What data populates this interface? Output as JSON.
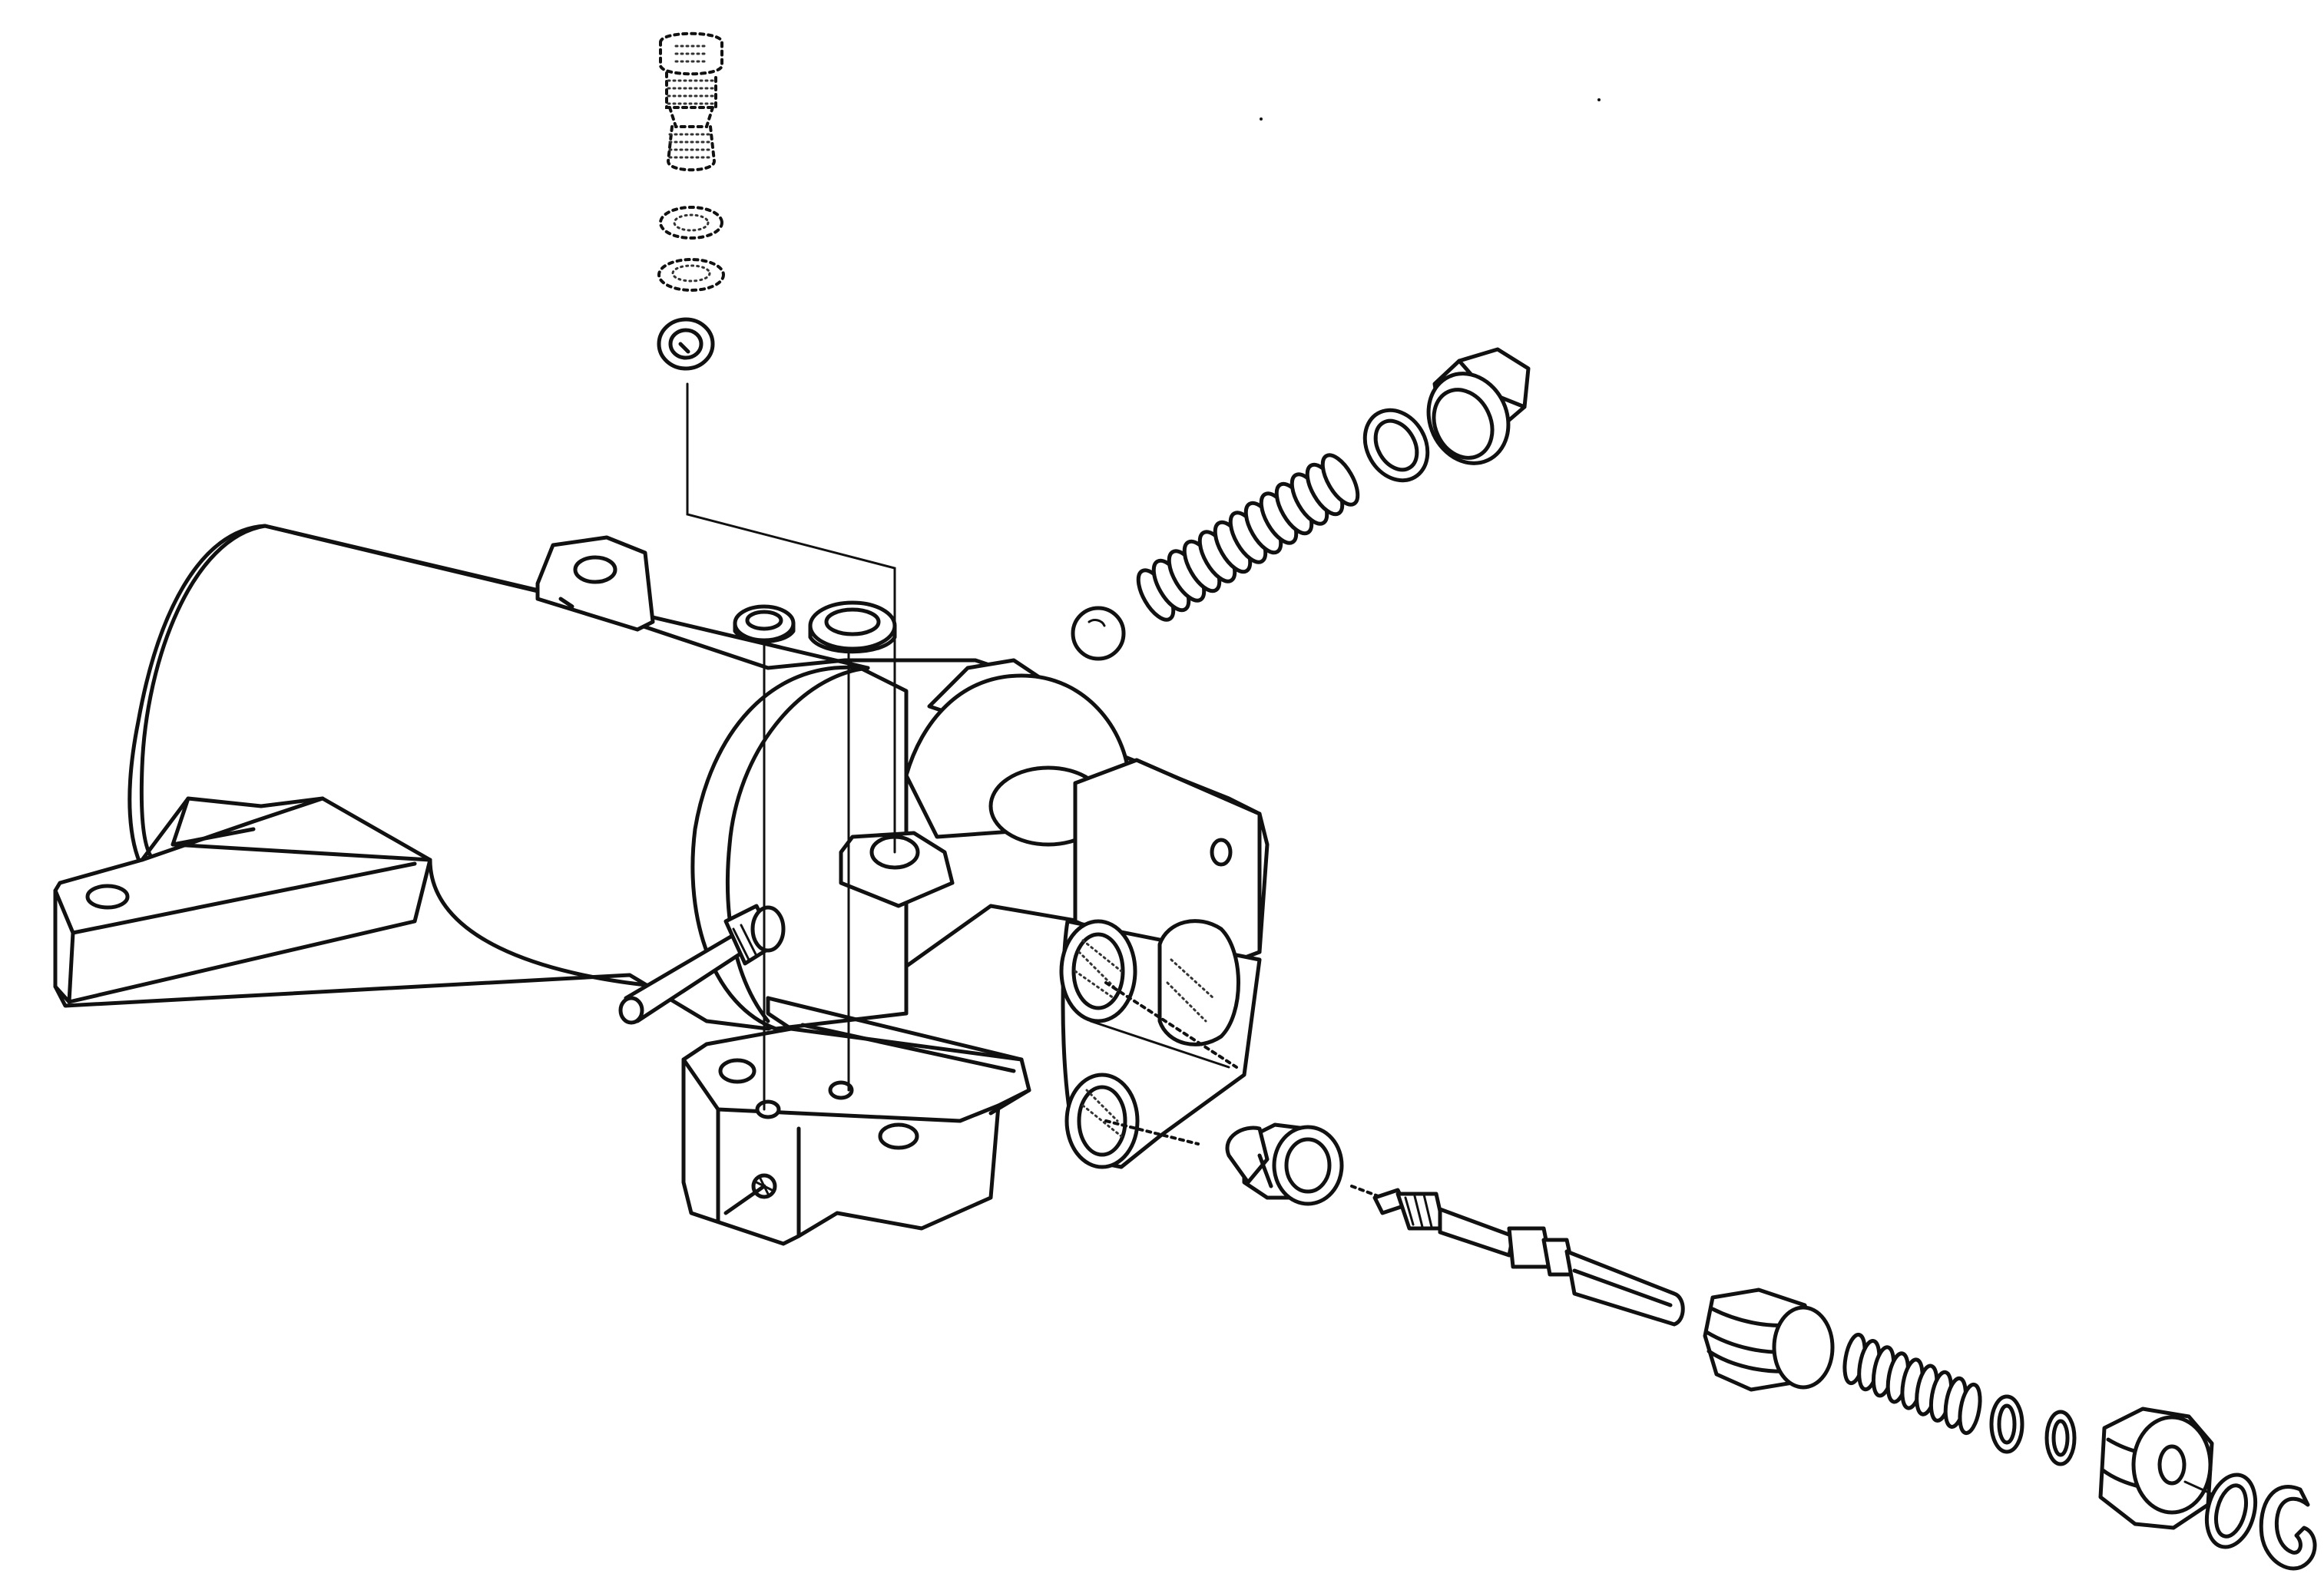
{
  "diagram": {
    "type": "exploded-parts-illustration",
    "line_color": "#111111",
    "background_color": "#ffffff",
    "parts": [
      "housing",
      "banjo-bolt",
      "sealing-washer-upper",
      "sealing-washer-lower",
      "o-ring-small",
      "seal-ring-left",
      "seal-ring-right",
      "check-ball",
      "relief-spring",
      "seal-washer",
      "hex-plug",
      "bleed-nipple",
      "valve-seat",
      "valve-pin",
      "valve-sleeve",
      "valve-spring",
      "retaining-washer",
      "thin-washer",
      "end-piston",
      "o-ring-end",
      "circlip"
    ]
  }
}
